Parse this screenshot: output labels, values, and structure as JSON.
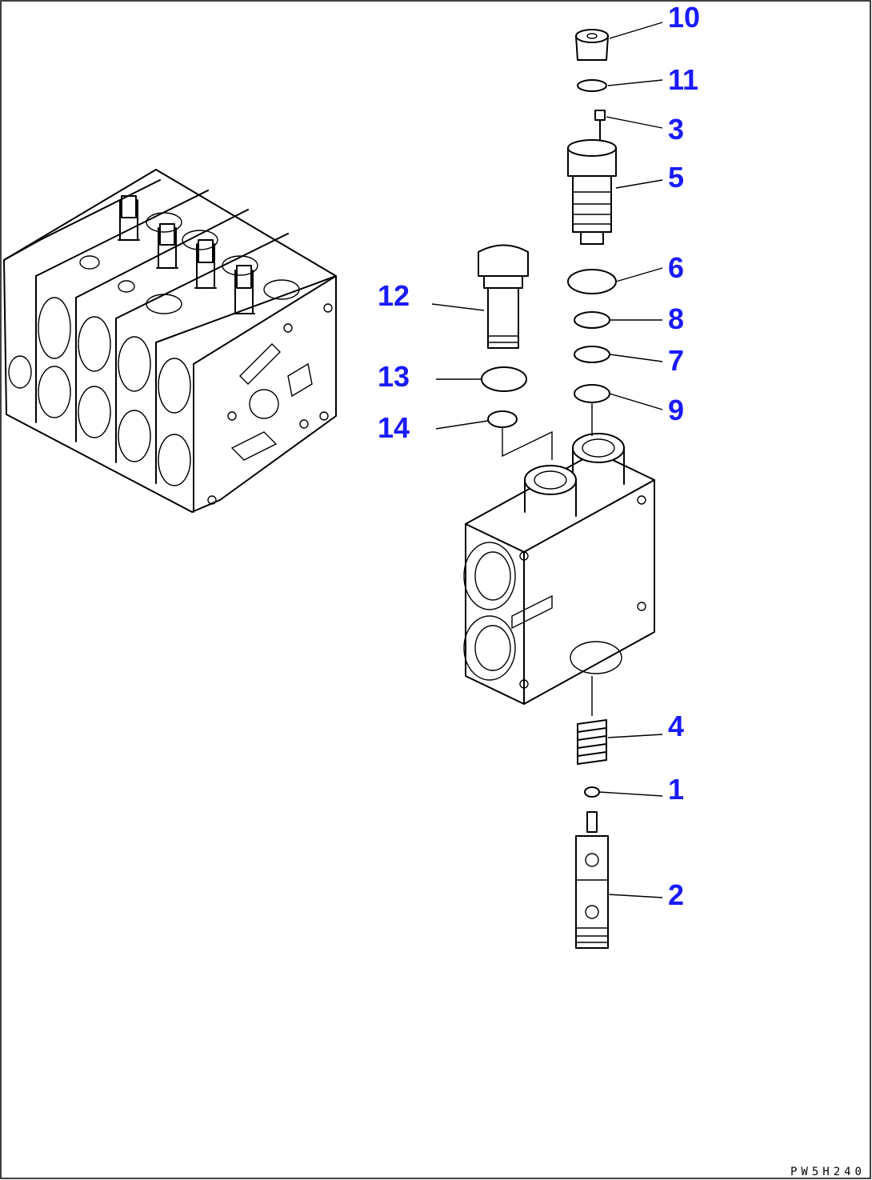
{
  "diagram": {
    "drawing_code": "PW5H240",
    "callouts": [
      {
        "id": "c10",
        "label": "10"
      },
      {
        "id": "c11",
        "label": "11"
      },
      {
        "id": "c3",
        "label": "3"
      },
      {
        "id": "c5",
        "label": "5"
      },
      {
        "id": "c6",
        "label": "6"
      },
      {
        "id": "c8",
        "label": "8"
      },
      {
        "id": "c7",
        "label": "7"
      },
      {
        "id": "c9",
        "label": "9"
      },
      {
        "id": "c12",
        "label": "12"
      },
      {
        "id": "c13",
        "label": "13"
      },
      {
        "id": "c14",
        "label": "14"
      },
      {
        "id": "c4",
        "label": "4"
      },
      {
        "id": "c1",
        "label": "1"
      },
      {
        "id": "c2",
        "label": "2"
      }
    ],
    "colors": {
      "callout": "#1a1aff",
      "line": "#000000",
      "background": "#ffffff"
    }
  }
}
